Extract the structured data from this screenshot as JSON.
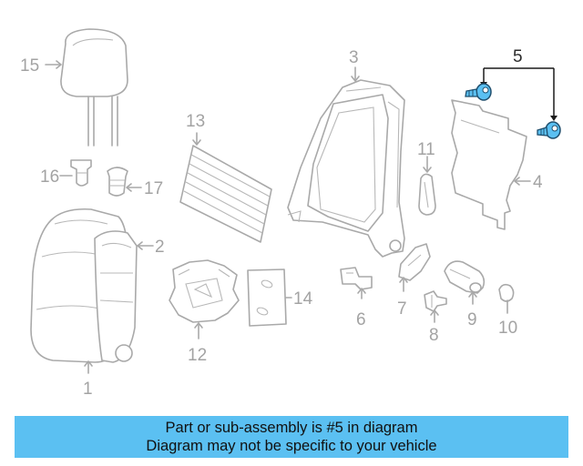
{
  "callouts": {
    "c1": "1",
    "c2": "2",
    "c3": "3",
    "c4": "4",
    "c5": "5",
    "c6": "6",
    "c7": "7",
    "c8": "8",
    "c9": "9",
    "c10": "10",
    "c11": "11",
    "c12": "12",
    "c13": "13",
    "c14": "14",
    "c15": "15",
    "c16": "16",
    "c17": "17"
  },
  "highlighted_part": "5",
  "colors": {
    "line_art": "#a9a9a9",
    "highlight_fill": "#5bc0f2",
    "highlight_stroke": "#1f4f6e",
    "banner_bg": "#5bc0f2"
  },
  "banner": {
    "line1": "Part or sub-assembly is #5 in diagram",
    "line2": "Diagram may not be specific to your vehicle"
  }
}
